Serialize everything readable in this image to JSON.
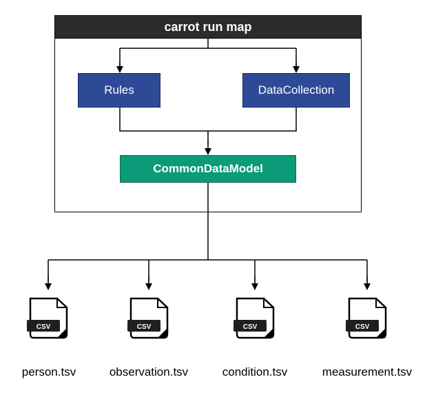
{
  "container": {
    "title": "carrot run map"
  },
  "nodes": {
    "rules": "Rules",
    "data_collection": "DataCollection",
    "common_data_model": "CommonDataModel"
  },
  "files": [
    {
      "name": "person.tsv",
      "badge": "CSV",
      "icon": "csv-file-icon"
    },
    {
      "name": "observation.tsv",
      "badge": "CSV",
      "icon": "csv-file-icon"
    },
    {
      "name": "condition.tsv",
      "badge": "CSV",
      "icon": "csv-file-icon"
    },
    {
      "name": "measurement.tsv",
      "badge": "CSV",
      "icon": "csv-file-icon"
    }
  ],
  "colors": {
    "title_bar": "#2b2b2b",
    "input_node": "#2e4a96",
    "model_node": "#0c9b78",
    "edge": "#000000"
  }
}
